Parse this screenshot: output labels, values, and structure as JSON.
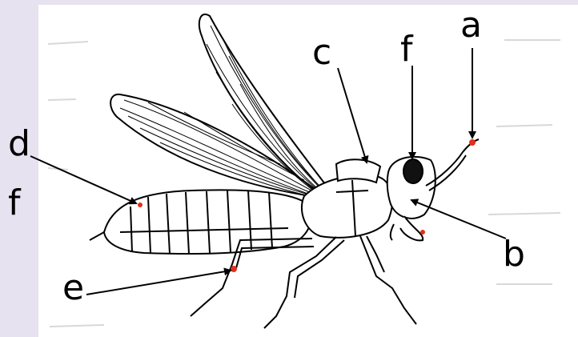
{
  "diagram": {
    "labels": {
      "a": "a",
      "b": "b",
      "c": "c",
      "d": "d",
      "e": "e",
      "f_top": "f",
      "f_left": "f"
    },
    "colors": {
      "background": "#e6e2f0",
      "panel": "#ffffff",
      "ink": "#000000",
      "marker": "#e0301e"
    }
  }
}
